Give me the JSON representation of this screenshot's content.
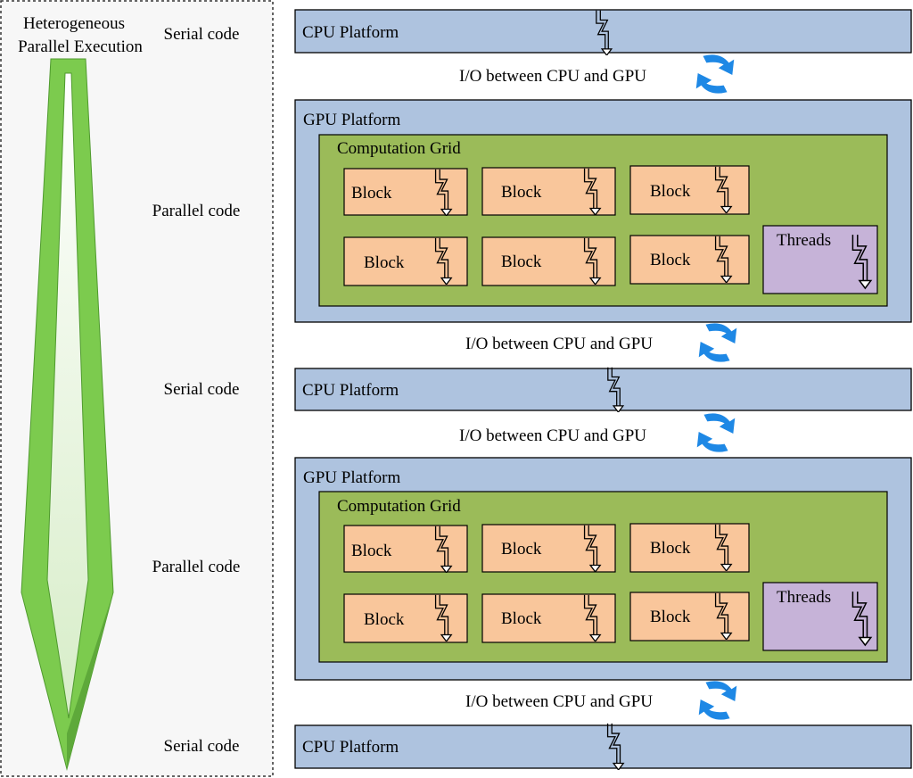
{
  "colors": {
    "platform_fill": "#AEC3DF",
    "grid_fill": "#9BBB59",
    "block_fill": "#F9C69B",
    "threads_fill": "#C6B3D8",
    "arrow_blue": "#1E88E5",
    "spike_green": "#7CCB4E",
    "spike_dark": "#5EA93A",
    "spike_light": "#F2F9EE"
  },
  "icons": {
    "thread": "thread-squiggle-icon",
    "io": "refresh-arrows-icon"
  },
  "left_panel": {
    "title_line1": "Heterogeneous",
    "title_line2": "Parallel Execution",
    "labels": [
      "Serial code",
      "Parallel code",
      "Serial code",
      "Parallel code",
      "Serial code"
    ]
  },
  "io_label": "I/O between CPU and GPU",
  "cpu_label": "CPU Platform",
  "gpu_label": "GPU Platform",
  "grid_label": "Computation Grid",
  "block_label": "Block",
  "threads_label": "Threads"
}
